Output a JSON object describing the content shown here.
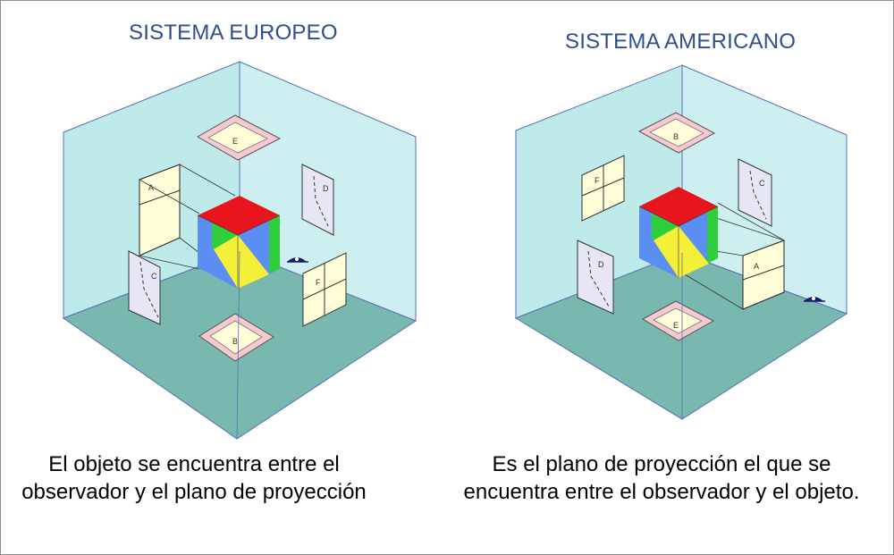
{
  "panels": [
    {
      "title": "SISTEMA EUROPEO",
      "caption": [
        "El objeto se encuentra entre el",
        "observador y el plano de proyección"
      ],
      "view_labels": {
        "top": "E",
        "front": "A",
        "right": "D",
        "left": "C",
        "side": "F",
        "bottom": "B"
      }
    },
    {
      "title": "SISTEMA AMERICANO",
      "caption": [
        "Es el plano de proyección el que se",
        "encuentra entre el observador y el objeto."
      ],
      "view_labels": {
        "top": "B",
        "front": "A",
        "right": "C",
        "left": "D",
        "side": "F",
        "bottom": "E"
      }
    }
  ],
  "colors": {
    "title": "#2f4f8a",
    "wall": "#bfeaea",
    "floor": "#78b8ae",
    "edge": "#5a6fb5",
    "cube_red": "#e8141e",
    "cube_green": "#2fcf3c",
    "cube_blue": "#5b8ef2",
    "cube_yellow": "#f4f03a",
    "panel_fill": "#fffcd8",
    "panel_pink": "#f6c8d0",
    "panel_lav": "#e6e6f6"
  },
  "icons": [
    "eye-icon"
  ]
}
